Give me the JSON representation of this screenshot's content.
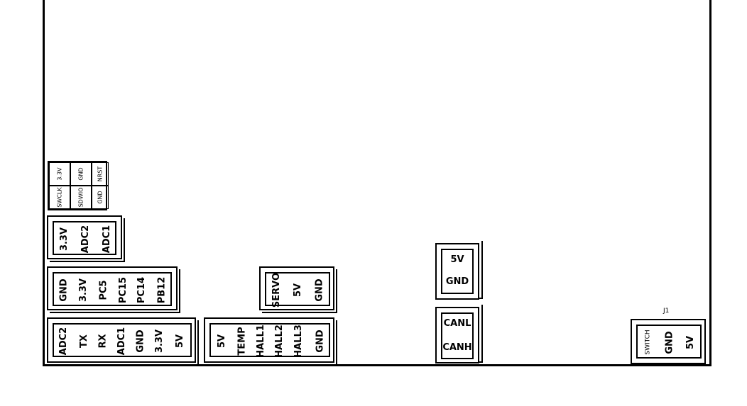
{
  "diagram": {
    "type": "PCB silkscreen connector layout",
    "swd_header": {
      "pins": [
        [
          "3.3V",
          "GND",
          "NRST"
        ],
        [
          "SWCLK",
          "SDWIO",
          "GND"
        ]
      ]
    },
    "connectors": {
      "adc_header": {
        "pins": [
          "3.3V",
          "ADC2",
          "ADC1"
        ]
      },
      "gpio_header": {
        "pins": [
          "GND",
          "3.3V",
          "PC5",
          "PC15",
          "PC14",
          "PB12"
        ]
      },
      "uart_header": {
        "pins": [
          "ADC2",
          "TX",
          "RX",
          "ADC1",
          "GND",
          "3.3V",
          "5V"
        ]
      },
      "servo_header": {
        "pins": [
          "SERVO",
          "5V",
          "GND"
        ]
      },
      "hall_header": {
        "pins": [
          "5V",
          "TEMP",
          "HALL1",
          "HALL2",
          "HALL3",
          "GND"
        ]
      },
      "power_header": {
        "pins": [
          "5V",
          "GND"
        ]
      },
      "can_header": {
        "pins": [
          "CANL",
          "CANH"
        ]
      },
      "j1": {
        "label": "J1",
        "pins": [
          "SWITCH",
          "GND",
          "5V"
        ]
      }
    }
  }
}
